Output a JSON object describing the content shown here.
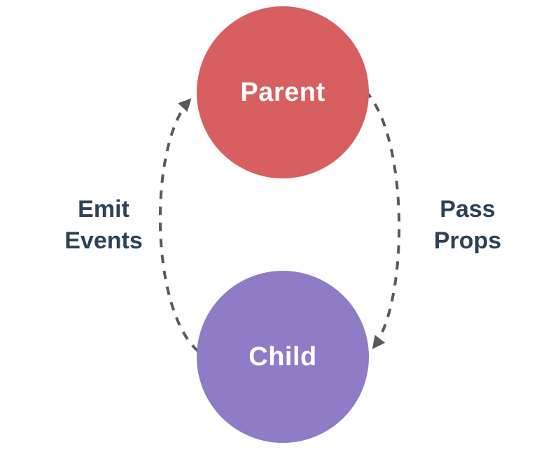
{
  "diagram": {
    "background": "#FFFFFF",
    "arrow_color": "#5A5A5A",
    "edge_label_color": "#2C4257",
    "nodes": [
      {
        "id": "parent",
        "label": "Parent",
        "color": "#D75F5F",
        "text_color": "#FFFFFF"
      },
      {
        "id": "child",
        "label": "Child",
        "color": "#8E7CC6",
        "text_color": "#FFFFFF"
      }
    ],
    "edges": [
      {
        "id": "emit-events",
        "from": "Child",
        "to": "Parent",
        "label_lines": [
          "Emit",
          "Events"
        ]
      },
      {
        "id": "pass-props",
        "from": "Parent",
        "to": "Child",
        "label_lines": [
          "Pass",
          "Props"
        ]
      }
    ]
  }
}
